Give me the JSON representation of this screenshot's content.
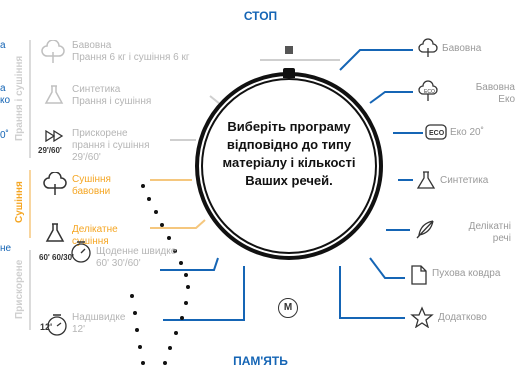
{
  "top": {
    "stop_label": "СТОП"
  },
  "dial": {
    "message": "Виберіть програму відповідно до типу матеріалу і кількості Ваших речей."
  },
  "bottom": {
    "memory_button": "M",
    "memory_label": "ПАМ'ЯТЬ"
  },
  "right_programs": [
    {
      "label": "Бавовна",
      "icon": "cotton-icon"
    },
    {
      "label": "Бавовна Еко",
      "icon": "cotton-eco-icon",
      "badge": "ECO"
    },
    {
      "label": "Еко 20˚",
      "icon": "eco20-icon",
      "badge": "ECO"
    },
    {
      "label": "Синтетика",
      "icon": "synthetic-flask-icon"
    },
    {
      "label": "Делікатні речі",
      "icon": "delicate-feather-icon"
    },
    {
      "label": "Пухова ковдра",
      "icon": "duvet-icon"
    },
    {
      "label": "Додатково",
      "icon": "extra-star-icon"
    }
  ],
  "left_tabs": {
    "wash_dry": "Прання і сушіння",
    "drying": "Сушіння",
    "quick": "Прискорене"
  },
  "left_programs": [
    {
      "line1": "Бавовна",
      "line2": "Прання 6 кг і сушіння 6 кг",
      "icon": "cotton-icon"
    },
    {
      "line1": "Синтетика",
      "line2": "Прання і сушіння",
      "icon": "synthetic-flask-icon"
    },
    {
      "line1": "Прискорене",
      "line2": "прання і сушіння",
      "line3": "29'/60'",
      "icon": "fast-forward-icon",
      "badge": "29'/60'"
    },
    {
      "line1": "Сушіння",
      "line2": "бавовни",
      "icon": "cotton-icon",
      "active": true
    },
    {
      "line1": "Делікатне",
      "line2": "сушіння",
      "icon": "synthetic-flask-icon",
      "active": true
    },
    {
      "line1": "Щоденне швидке",
      "line2": "60' 30'/60'",
      "icon": "timer-icon",
      "badge": "60' 60/30'"
    },
    {
      "line1": "Надшвидке",
      "line2": "12'",
      "icon": "timer-12-icon",
      "badge": "12'"
    }
  ],
  "left_edge": {
    "text_1": "а",
    "text_2": "а",
    "text_3": "ко",
    "text_4": "0˚",
    "text_5": "не"
  },
  "colors": {
    "accent_blue": "#1565b5",
    "active_orange": "#f5a623",
    "inactive_grey": "#b5b5b5"
  }
}
